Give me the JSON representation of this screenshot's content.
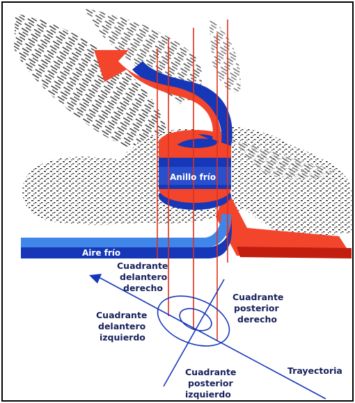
{
  "labels": {
    "anillo_frio": "Anillo frío",
    "aire_frio": "Aire frío",
    "cuadrante_delantero_derecho": [
      "Cuadrante",
      "delantero",
      "derecho"
    ],
    "cuadrante_posterior_derecho": [
      "Cuadrante",
      "posterior",
      "derecho"
    ],
    "cuadrante_delantero_izquierdo": [
      "Cuadrante",
      "delantero",
      "izquierdo"
    ],
    "cuadrante_posterior_izquierdo": [
      "Cuadrante",
      "posterior",
      "izquierdo"
    ],
    "trayectoria": "Trayectoria"
  },
  "colors": {
    "warm_red": "#f2452c",
    "warm_red_dark": "#c21e10",
    "cold_blue": "#1537b8",
    "cold_blue_light": "#3f86e8",
    "line_red": "#e0301c",
    "text_navy": "#16205a",
    "cloud": "#1c1c1c"
  }
}
